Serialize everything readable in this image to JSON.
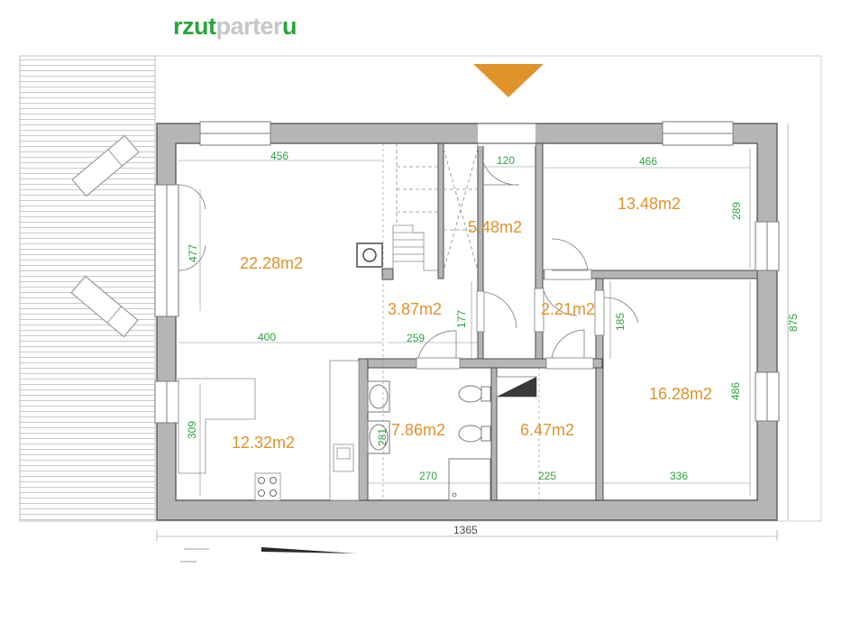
{
  "title": {
    "part1": "rzut",
    "part2": "parter",
    "part3": "u"
  },
  "colors": {
    "wall": "#b5b5b5",
    "area_text": "#e0932b",
    "dimension_text": "#2aa53a",
    "entrance_marker": "#e0932b"
  },
  "rooms": [
    {
      "id": "living",
      "area": "22.28m2"
    },
    {
      "id": "kitchen",
      "area": "12.32m2"
    },
    {
      "id": "hall",
      "area": "5.48m2"
    },
    {
      "id": "passage",
      "area": "3.87m2"
    },
    {
      "id": "closet",
      "area": "2.21m2"
    },
    {
      "id": "bathroom",
      "area": "7.86m2"
    },
    {
      "id": "utility",
      "area": "6.47m2"
    },
    {
      "id": "bedroom1",
      "area": "13.48m2"
    },
    {
      "id": "bedroom2",
      "area": "16.28m2"
    }
  ],
  "dimensions": [
    "456",
    "120",
    "466",
    "477",
    "289",
    "875",
    "400",
    "259",
    "177",
    "185",
    "486",
    "309",
    "281",
    "270",
    "225",
    "336",
    "1365"
  ]
}
